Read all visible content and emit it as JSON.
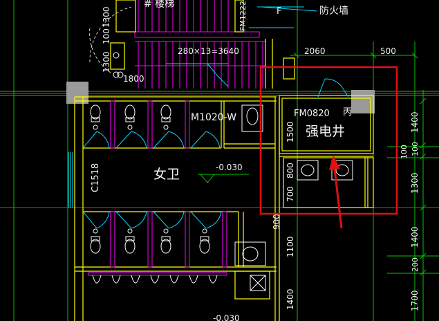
{
  "colors": {
    "background": "#000000",
    "wall": "#ffff00",
    "grid_line": "#00c800",
    "axis_red": "#ff2020",
    "fixture": "#ff00ff",
    "door_swing": "#00d7ff",
    "dim_text": "#f0f0f0",
    "highlight": "#e01010",
    "column": "#9a9a9a"
  },
  "labels": {
    "stair_label": "# 楼梯",
    "firewall_label": "防火墙",
    "stair_dim": "280×13=3640",
    "fm_tag": "FM1222",
    "door_m1020": "M1020-W",
    "door_fm0820": "FM0820",
    "fm_class": "丙",
    "room_electric": "强电井",
    "room_women": "女卫",
    "elevation_1": "-0.030",
    "elevation_2": "-0.030",
    "window_c1518": "C1518",
    "label_x": "F"
  },
  "dimensions": {
    "top_2060": "2060",
    "top_500": "500",
    "left_1300a": "1300",
    "left_100": "100",
    "left_1300b": "1300",
    "left_1800": "1800",
    "mid_1500": "1500",
    "mid_800": "800",
    "mid_700": "700",
    "mid_900": "900",
    "mid_1100": "1100",
    "mid_1400": "1400",
    "mid_100": "100",
    "right_1400a": "1400",
    "right_100": "100",
    "right_1300": "1300",
    "right_1400b": "1400",
    "right_200": "200",
    "right_1700": "1700"
  }
}
